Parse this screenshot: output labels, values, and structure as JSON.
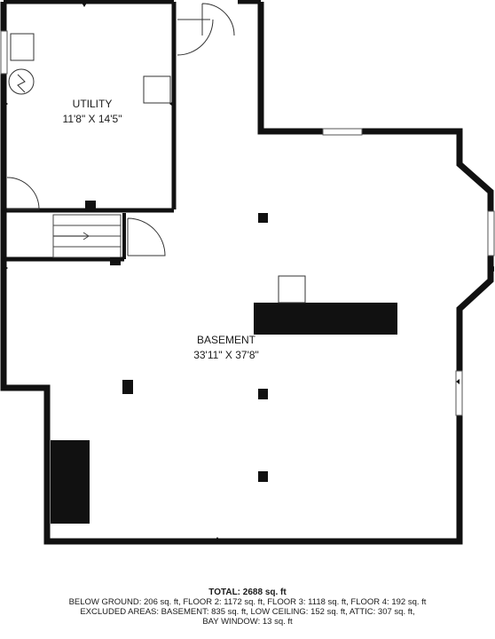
{
  "rooms": {
    "utility": {
      "name": "UTILITY",
      "dims": "11'8\" X 14'5\""
    },
    "basement": {
      "name": "BASEMENT",
      "dims": "33'11\" X 37'8\""
    }
  },
  "summary": {
    "total": "TOTAL: 2688 sq. ft",
    "line1": "BELOW GROUND: 206 sq. ft, FLOOR 2: 1172 sq. ft, FLOOR 3: 1118 sq. ft, FLOOR 4: 192 sq. ft",
    "line2": "EXCLUDED AREAS: BASEMENT: 835 sq. ft, LOW CEILING: 152 sq. ft, ATTIC: 307 sq. ft,",
    "line3": "BAY WINDOW: 13 sq. ft"
  },
  "colors": {
    "wall": "#111111",
    "background": "#ffffff",
    "text": "#1a1a1a"
  }
}
